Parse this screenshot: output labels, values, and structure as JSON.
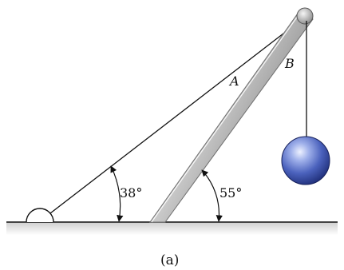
{
  "figure": {
    "labels": {
      "cable_a": "A",
      "member_b": "B",
      "angle_cable": "38°",
      "angle_member": "55°",
      "caption": "(a)"
    },
    "angles_deg": {
      "cable_a": 38,
      "member_b": 55
    },
    "colors": {
      "background": "#ffffff",
      "ink": "#111111",
      "ground_fill": "#d8d8d8",
      "boom_light": "#f2f2f2",
      "boom_dark": "#9a9a9a",
      "ball_highlight": "#e8eefc",
      "ball_mid": "#5f77c8",
      "ball_dark": "#1f2f7a"
    }
  }
}
